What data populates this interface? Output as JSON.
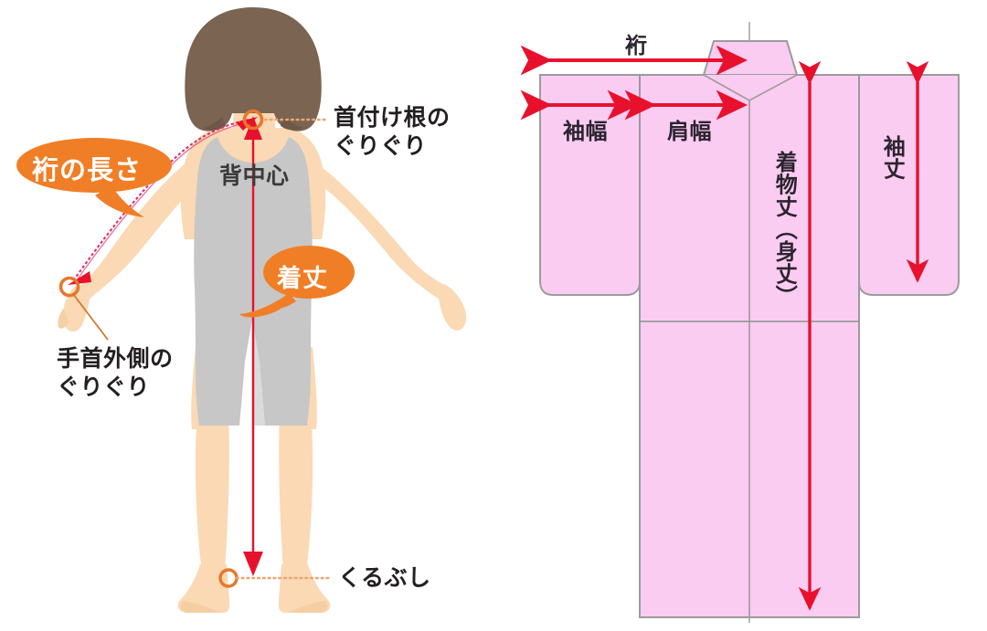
{
  "diagram": {
    "title": "kimono-measurement-guide",
    "colors": {
      "bubble_orange": "#F07E26",
      "arrow_red": "#E8112D",
      "yuki_line_pink": "#D6336C",
      "skin": "#FAD9B4",
      "hair_brown": "#7B6452",
      "leotard_gray": "#C7C7C7",
      "kimono_fill": "#FBCCF2",
      "kimono_stroke": "#9B9B9B",
      "marker_orange": "#E8762C",
      "text_dark": "#231f20"
    }
  },
  "body_panel": {
    "bubbles": [
      {
        "id": "yuki",
        "label": "裄の長さ"
      },
      {
        "id": "kitake",
        "label": "着丈"
      }
    ],
    "labels": [
      {
        "id": "neck-root",
        "line1": "首付け根の",
        "line2": "ぐりぐり"
      },
      {
        "id": "wrist-outer",
        "line1": "手首外側の",
        "line2": "ぐりぐり"
      },
      {
        "id": "ankle",
        "line1": "くるぶし",
        "line2": ""
      },
      {
        "id": "back-center",
        "line1": "背中心",
        "line2": ""
      }
    ],
    "neck_label_text": "首付け根の\nぐりぐり",
    "wrist_label_text": "手首外側の\nぐりぐり",
    "ankle_label_text": "くるぶし",
    "back_center_text": "背中心"
  },
  "kimono_panel": {
    "measurements": [
      {
        "id": "yuki",
        "label": "裄",
        "orientation": "horizontal"
      },
      {
        "id": "sodehaba",
        "label": "袖幅",
        "orientation": "horizontal"
      },
      {
        "id": "katahaba",
        "label": "肩幅",
        "orientation": "horizontal"
      },
      {
        "id": "kimonotake",
        "label": "着物丈（身丈）",
        "orientation": "vertical"
      },
      {
        "id": "sodetake",
        "label": "袖丈",
        "orientation": "vertical"
      }
    ],
    "yuki_label": "裄",
    "sodehaba_label": "袖幅",
    "katahaba_label": "肩幅",
    "kimonotake_label": "着物丈（身丈）",
    "sodetake_label": "袖丈"
  }
}
